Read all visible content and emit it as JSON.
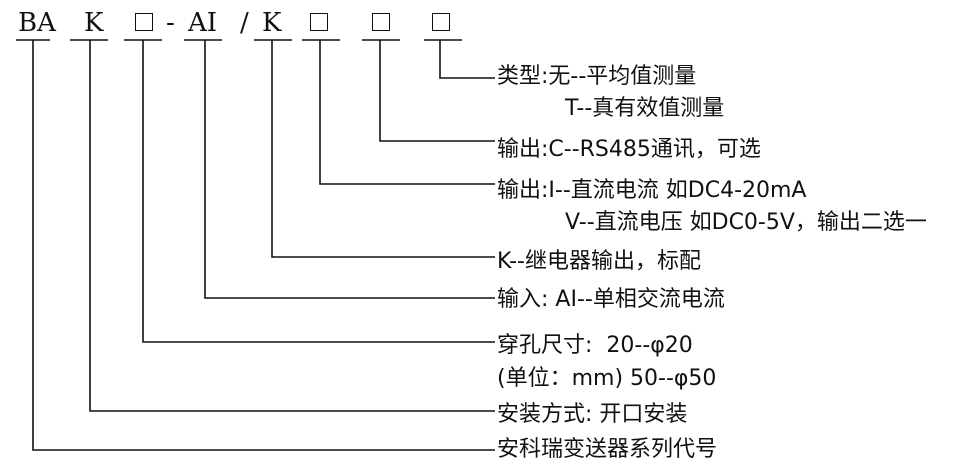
{
  "code": {
    "ba": "BA",
    "k": "K",
    "dash": "-",
    "ai": "AI",
    "slash": "/",
    "k2": "K"
  },
  "labels": {
    "type_line1": "类型:无--平均值测量",
    "type_line2": "T--真有效值测量",
    "rs485": "输出:C--RS485通讯，可选",
    "output_line1": "输出:I--直流电流 如DC4-20mA",
    "output_line2": "V--直流电压 如DC0-5V，输出二选一",
    "relay": "K--继电器输出，标配",
    "input": "输入: AI--单相交流电流",
    "hole_line1": "穿孔尺寸:  20--φ20",
    "hole_line2": "(单位：mm) 50--φ50",
    "mount": "安装方式: 开口安装",
    "series": "安科瑞变送器系列代号"
  }
}
